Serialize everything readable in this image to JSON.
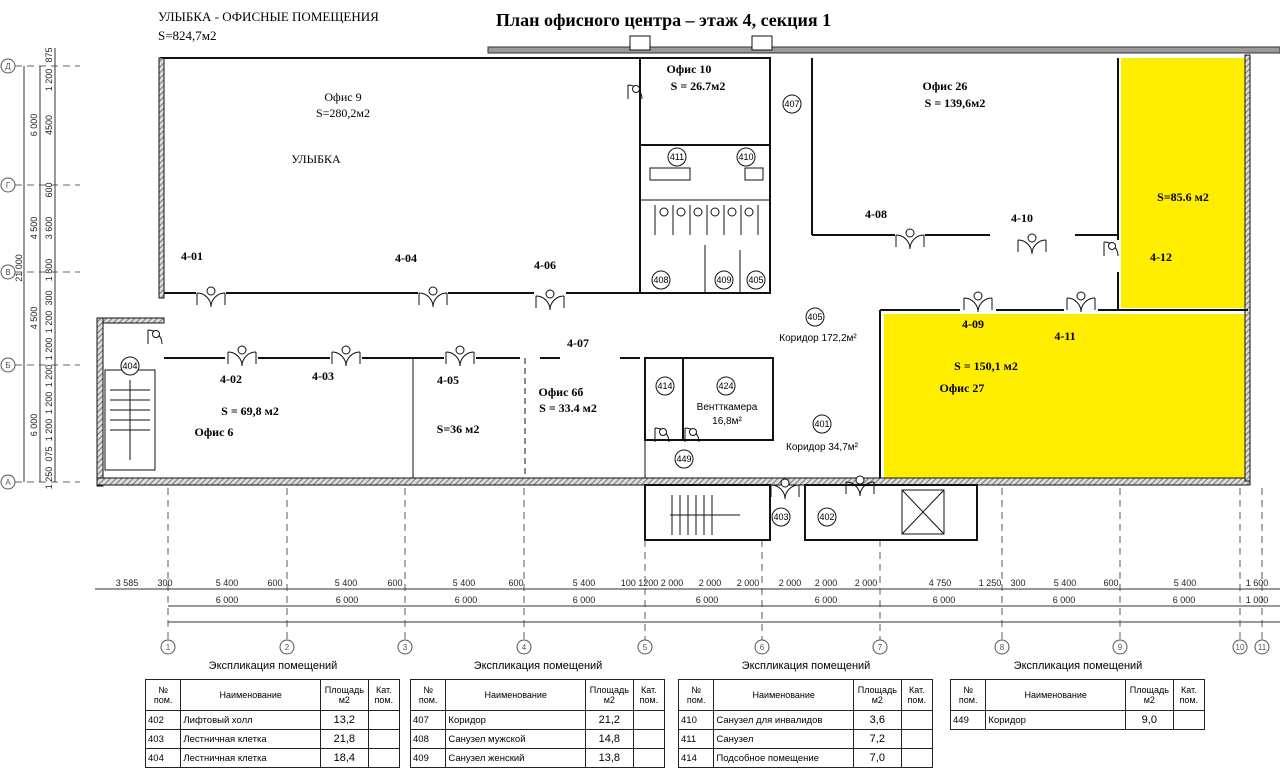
{
  "header": {
    "company": "УЛЫБКА - ОФИСНЫЕ ПОМЕЩЕНИЯ",
    "total_area": "S=824,7м2",
    "title": "План офисного центра – этаж 4, секция 1"
  },
  "colors": {
    "highlight": "#ffee00",
    "wall": "#111111",
    "hatch": "#777777"
  },
  "rooms": {
    "office9_name": "Офис 9",
    "office9_area": "S=280,2м2",
    "tenant": "УЛЫБКА",
    "office6_area": "S =  69,8 м2",
    "office6_name": "Офис 6",
    "office36_area": "S=36 м2",
    "office6b_name": "Офис 6б",
    "office6b_area": "S = 33.4 м2",
    "office10_name": "Офис 10",
    "office10_area": "S = 26.7м2",
    "office26_name": "Офис 26",
    "office26_area": "S = 139,6м2",
    "office856_area": "S=85.6 м2",
    "office27_area": "S = 150,1 м2",
    "office27_name": "Офис 27",
    "corridor405": "Коридор  172,2м²",
    "vent_name": "Вентткамера",
    "vent_area": "16,8м²",
    "corridor401": "Коридор  34,7м²"
  },
  "doors": [
    "4-01",
    "4-02",
    "4-03",
    "4-04",
    "4-05",
    "4-06",
    "4-07",
    "4-08",
    "4-09",
    "4-10",
    "4-11",
    "4-12"
  ],
  "room_numbers": [
    "407",
    "411",
    "410",
    "408",
    "409",
    "405",
    "405",
    "414",
    "424",
    "401",
    "449",
    "403",
    "402",
    "404"
  ],
  "axes_x": [
    "1",
    "2",
    "3",
    "4",
    "5",
    "6",
    "7",
    "8",
    "9",
    "10",
    "11"
  ],
  "axes_y": [
    "Д",
    "Г",
    "В",
    "Б",
    "А"
  ],
  "dims_bottom_1": [
    "3 585",
    "300",
    "5 400",
    "600",
    "5 400",
    "600",
    "5 400",
    "600",
    "5 400",
    "100 1200 2 000",
    "2 000",
    "2 000",
    "2 000",
    "2 000",
    "2 000",
    "4 750",
    "1 250",
    "300",
    "5 400",
    "600",
    "5 400",
    "1 600"
  ],
  "dims_bottom_2": [
    "6 000",
    "6 000",
    "6 000",
    "6 000",
    "6 000",
    "6 000",
    "6 000",
    "6 000",
    "6 000",
    "1 000"
  ],
  "dims_left_1": [
    "6 000",
    "4 500",
    "4 500",
    "6 000",
    "21 000"
  ],
  "dims_left_2": [
    "875",
    "1 200",
    "4500",
    "600",
    "3 600",
    "1 800",
    "300",
    "1 200",
    "1 200",
    "1 200",
    "1 200",
    "1 200",
    "075",
    "1 250"
  ],
  "tables": [
    {
      "title": "Экспликация помещений",
      "h_no": "№ пом.",
      "h_name": "Наименование",
      "h_area": "Площадь м2",
      "h_cat": "Кат. пом.",
      "rows": [
        {
          "no": "402",
          "name": "Лифтовый холл",
          "area": "13,2"
        },
        {
          "no": "403",
          "name": "Лестничная клетка",
          "area": "21,8"
        },
        {
          "no": "404",
          "name": "Лестничная клетка",
          "area": "18,4"
        }
      ]
    },
    {
      "title": "Экспликация помещений",
      "h_no": "№ пом.",
      "h_name": "Наименование",
      "h_area": "Площадь м2",
      "h_cat": "Кат. пом.",
      "rows": [
        {
          "no": "407",
          "name": "Коридор",
          "area": "21,2"
        },
        {
          "no": "408",
          "name": "Санузел мужской",
          "area": "14,8"
        },
        {
          "no": "409",
          "name": "Санузел женский",
          "area": "13,8"
        }
      ]
    },
    {
      "title": "Экспликация помещений",
      "h_no": "№ пом.",
      "h_name": "Наименование",
      "h_area": "Площадь м2",
      "h_cat": "Кат. пом.",
      "rows": [
        {
          "no": "410",
          "name": "Санузел для инвалидов",
          "area": "3,6"
        },
        {
          "no": "411",
          "name": "Санузел",
          "area": "7,2"
        },
        {
          "no": "414",
          "name": "Подсобное помещение",
          "area": "7,0"
        }
      ]
    },
    {
      "title": "Экспликация помещений",
      "h_no": "№ пом.",
      "h_name": "Наименование",
      "h_area": "Площадь м2",
      "h_cat": "Кат. пом.",
      "rows": [
        {
          "no": "449",
          "name": "Коридор",
          "area": "9,0"
        }
      ]
    }
  ]
}
